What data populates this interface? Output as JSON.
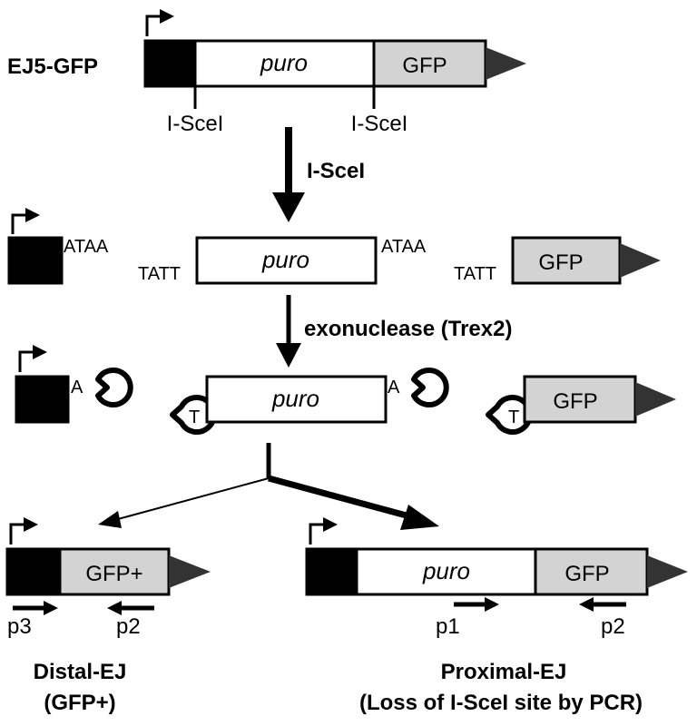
{
  "construct": {
    "name": "EJ5-GFP",
    "puro": "puro",
    "gfp": "GFP",
    "site_left": "I-SceI",
    "site_right": "I-SceI"
  },
  "step1": {
    "label": "I-SceI",
    "overhang_left_top": "ATAA",
    "overhang_left_bottom": "TATT",
    "overhang_right_top": "ATAA",
    "overhang_right_bottom": "TATT",
    "puro": "puro",
    "gfp": "GFP"
  },
  "step2": {
    "label": "exonuclease (Trex2)",
    "end_a1": "A",
    "end_t1": "T",
    "end_a2": "A",
    "end_t2": "T",
    "puro": "puro",
    "gfp": "GFP"
  },
  "distal": {
    "gfp": "GFP+",
    "primer_left": "p3",
    "primer_right": "p2",
    "title": "Distal-EJ",
    "subtitle": "(GFP+)"
  },
  "proximal": {
    "puro": "puro",
    "gfp": "GFP",
    "primer_left": "p1",
    "primer_right": "p2",
    "title": "Proximal-EJ",
    "subtitle": "(Loss of I-SceI site by PCR)"
  },
  "colors": {
    "black": "#000000",
    "gfp_fill": "#d3d3d3",
    "arrow_tip": "#333333"
  }
}
